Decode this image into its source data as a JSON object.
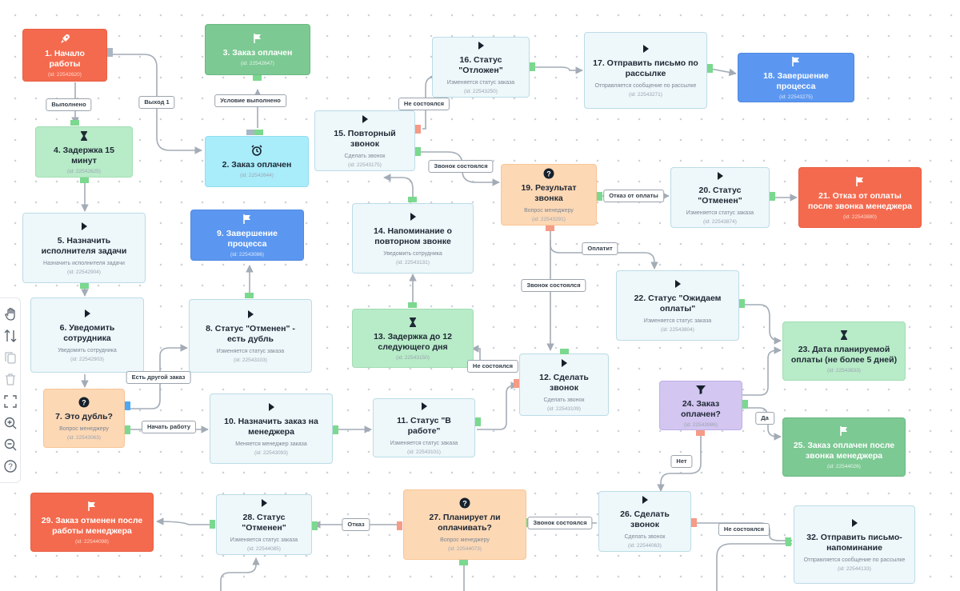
{
  "colors": {
    "edge": "#a3acb6",
    "action": "#eef7fa",
    "question": "#fdd8b5",
    "start": "#f46a4e",
    "finish_paid": "#7cc993",
    "delay": "#b8ebc8",
    "wait_event": "#a9ecfa",
    "finish_blue": "#5b97f0",
    "condition": "#d3c6f0",
    "port_green": "#7bd88f",
    "port_red": "#f59b86"
  },
  "nodes": [
    {
      "id": "n1",
      "kind": "red",
      "icon": "rocket-icon",
      "title": "1. Начало работы",
      "sub": "",
      "tid": "(id: 22542620)"
    },
    {
      "id": "n3",
      "kind": "green",
      "icon": "flag-icon",
      "title": "3. Заказ оплачен",
      "sub": "",
      "tid": "(id: 22542647)"
    },
    {
      "id": "n2",
      "kind": "cyan",
      "icon": "alarm-clock-icon",
      "title": "2. Заказ оплачен",
      "sub": "",
      "tid": "(id: 22542644)"
    },
    {
      "id": "n4",
      "kind": "lightgreen",
      "icon": "hourglass-icon",
      "title": "4. Задержка 15 минут",
      "sub": "",
      "tid": "(id: 22542625)"
    },
    {
      "id": "n5",
      "kind": "action",
      "icon": "play-icon",
      "title": "5. Назначить исполнителя задачи",
      "sub": "Назначить исполнителя задачи",
      "tid": "(id: 22542904)"
    },
    {
      "id": "n9",
      "kind": "blue",
      "icon": "flag-icon",
      "title": "9. Завершение процесса",
      "sub": "",
      "tid": "(id: 22543086)"
    },
    {
      "id": "n6",
      "kind": "action",
      "icon": "play-icon",
      "title": "6. Уведомить сотрудника",
      "sub": "Уведомить сотрудника",
      "tid": "(id: 22542903)"
    },
    {
      "id": "n8",
      "kind": "action",
      "icon": "play-icon",
      "title": "8. Статус \"Отменен\" - есть дубль",
      "sub": "Изменяется статус заказа",
      "tid": "(id: 22543103)"
    },
    {
      "id": "n7",
      "kind": "question",
      "icon": "question-icon",
      "title": "7. Это дубль?",
      "sub": "Вопрос менеджеру",
      "tid": "(id: 22543063)"
    },
    {
      "id": "n10",
      "kind": "action",
      "icon": "play-icon",
      "title": "10. Назначить заказ на менеджера",
      "sub": "Меняется менеджер заказа",
      "tid": "(id: 22543093)"
    },
    {
      "id": "n11",
      "kind": "action",
      "icon": "play-icon",
      "title": "11. Статус \"В работе\"",
      "sub": "Изменяется статус заказа",
      "tid": "(id: 22543101)"
    },
    {
      "id": "n15",
      "kind": "action",
      "icon": "play-icon",
      "title": "15. Повторный звонок",
      "sub": "Сделать звонок",
      "tid": "(id: 22543175)"
    },
    {
      "id": "n14",
      "kind": "action",
      "icon": "play-icon",
      "title": "14. Напоминание о повторном звонке",
      "sub": "Уведомить сотрудника",
      "tid": "(id: 22543131)"
    },
    {
      "id": "n13",
      "kind": "lightgreen",
      "icon": "hourglass-icon",
      "title": "13. Задержка до 12 следующего дня",
      "sub": "",
      "tid": "(id: 22543150)"
    },
    {
      "id": "n12",
      "kind": "action",
      "icon": "play-icon",
      "title": "12. Сделать звонок",
      "sub": "Сделать звонок",
      "tid": "(id: 22543109)"
    },
    {
      "id": "n16",
      "kind": "action",
      "icon": "play-icon",
      "title": "16. Статус \"Отложен\"",
      "sub": "Изменяется статус заказа",
      "tid": "(id: 22543250)"
    },
    {
      "id": "n17",
      "kind": "action",
      "icon": "play-icon",
      "title": "17. Отправить письмо по рассылке",
      "sub": "Отправляется сообщение по рассылке",
      "tid": "(id: 22543271)"
    },
    {
      "id": "n18",
      "kind": "blue",
      "icon": "flag-icon",
      "title": "18. Завершение процесса",
      "sub": "",
      "tid": "(id: 22543275)"
    },
    {
      "id": "n19",
      "kind": "question",
      "icon": "question-icon",
      "title": "19. Результат звонка",
      "sub": "Вопрос менеджеру",
      "tid": "(id: 22543291)"
    },
    {
      "id": "n20",
      "kind": "action",
      "icon": "play-icon",
      "title": "20. Статус \"Отменен\"",
      "sub": "Изменяется статус заказа",
      "tid": "(id: 22543874)"
    },
    {
      "id": "n21",
      "kind": "red",
      "icon": "flag-icon",
      "title": "21. Отказ от оплаты после звонка менеджера",
      "sub": "",
      "tid": "(id: 22543880)"
    },
    {
      "id": "n22",
      "kind": "action",
      "icon": "play-icon",
      "title": "22. Статус \"Ожидаем оплаты\"",
      "sub": "Изменяется статус заказа",
      "tid": "(id: 22543804)"
    },
    {
      "id": "n23",
      "kind": "lightgreen",
      "icon": "hourglass-icon",
      "title": "23. Дата планируемой оплаты (не более 5 дней)",
      "sub": "",
      "tid": "(id: 22543833)"
    },
    {
      "id": "n24",
      "kind": "purple",
      "icon": "filter-icon",
      "title": "24. Заказ оплачен?",
      "sub": "",
      "tid": "(id: 22543986)"
    },
    {
      "id": "n25",
      "kind": "green",
      "icon": "flag-icon",
      "title": "25. Заказ оплачен после звонка менеджера",
      "sub": "",
      "tid": "(id: 22544026)"
    },
    {
      "id": "n26",
      "kind": "action",
      "icon": "play-icon",
      "title": "26. Сделать звонок",
      "sub": "Сделать звонок",
      "tid": "(id: 22544063)"
    },
    {
      "id": "n27",
      "kind": "question",
      "icon": "question-icon",
      "title": "27. Планирует ли оплачивать?",
      "sub": "Вопрос менеджеру",
      "tid": "(id: 22544073)"
    },
    {
      "id": "n28",
      "kind": "action",
      "icon": "play-icon",
      "title": "28. Статус \"Отменен\"",
      "sub": "Изменяется статус заказа",
      "tid": "(id: 22544085)"
    },
    {
      "id": "n29",
      "kind": "red",
      "icon": "flag-icon",
      "title": "29. Заказ отменен после работы менеджера",
      "sub": "",
      "tid": "(id: 22544098)"
    },
    {
      "id": "n32",
      "kind": "action",
      "icon": "play-icon",
      "title": "32. Отправить письмо-напоминание",
      "sub": "Отправляется сообщение по рассылке",
      "tid": "(id: 22544133)"
    }
  ],
  "edge_labels": [
    {
      "id": "l_done",
      "text": "Выполнено"
    },
    {
      "id": "l_exit1",
      "text": "Выход 1"
    },
    {
      "id": "l_cond",
      "text": "Условие выполнено"
    },
    {
      "id": "l_dup",
      "text": "Есть другой заказ"
    },
    {
      "id": "l_start",
      "text": "Начать работу"
    },
    {
      "id": "l_nr1",
      "text": "Не состоялся"
    },
    {
      "id": "l_ok1",
      "text": "Звонок состоялся"
    },
    {
      "id": "l_nr2",
      "text": "Не состоялся"
    },
    {
      "id": "l_ok2",
      "text": "Звонок состоялся"
    },
    {
      "id": "l_refuse",
      "text": "Отказ от оплаты"
    },
    {
      "id": "l_pay",
      "text": "Оплатит"
    },
    {
      "id": "l_yes",
      "text": "Да"
    },
    {
      "id": "l_no",
      "text": "Нет"
    },
    {
      "id": "l_ok3",
      "text": "Звонок состоялся"
    },
    {
      "id": "l_refusal",
      "text": "Отказ"
    },
    {
      "id": "l_nr3",
      "text": "Не состоялся"
    }
  ],
  "toolbar": [
    {
      "id": "t_hand",
      "icon": "hand-icon"
    },
    {
      "id": "t_sort",
      "icon": "sort-arrows-icon"
    },
    {
      "id": "t_copy",
      "icon": "copy-icon"
    },
    {
      "id": "t_delete",
      "icon": "trash-icon"
    },
    {
      "id": "t_fit",
      "icon": "fit-screen-icon"
    },
    {
      "id": "t_zoomin",
      "icon": "zoom-in-icon"
    },
    {
      "id": "t_zoomout",
      "icon": "zoom-out-icon"
    },
    {
      "id": "t_help",
      "icon": "help-icon"
    }
  ]
}
